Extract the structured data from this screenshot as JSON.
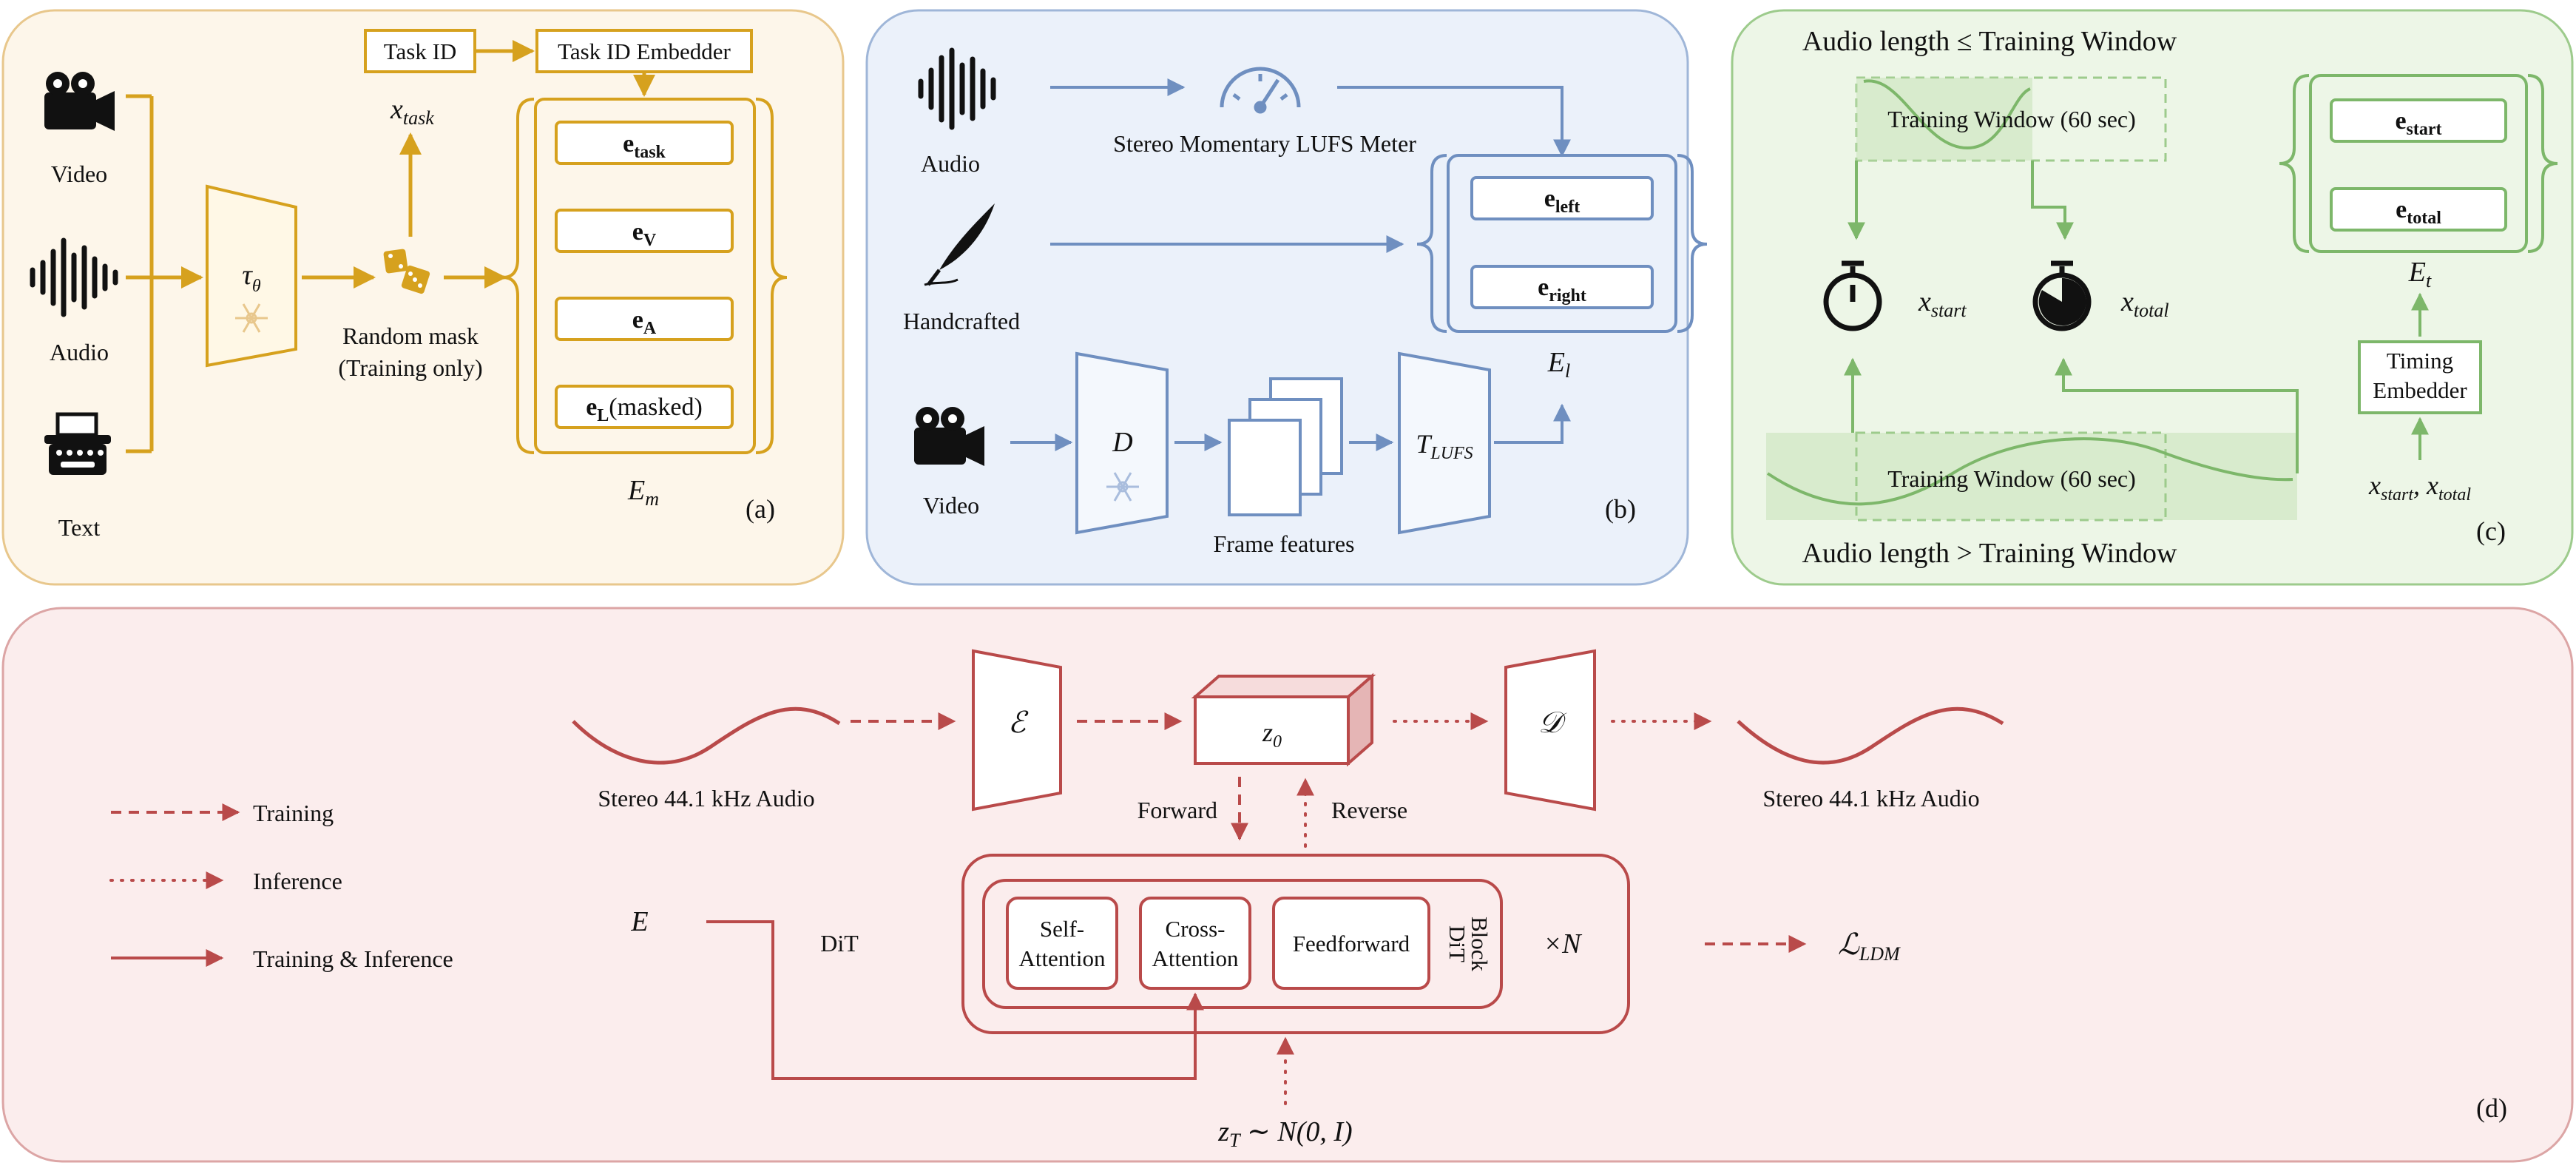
{
  "colors": {
    "gold": "#D6A11E",
    "blue": "#6F8FC0",
    "green": "#7DB76A",
    "red": "#B94A4A",
    "panel_a_fill": "#FDF6EA",
    "panel_b_fill": "#EBF1FA",
    "panel_c_fill": "#EDF6E7",
    "panel_d_fill": "#FBEDED"
  },
  "panel_a": {
    "label": "(a)",
    "video_label": "Video",
    "audio_label": "Audio",
    "text_label": "Text",
    "encoder_symbol": "τ",
    "encoder_sub": "θ",
    "task_id": "Task ID",
    "task_id_embedder": "Task ID Embedder",
    "x_task": "x",
    "x_task_sub": "task",
    "random_mask_line1": "Random mask",
    "random_mask_line2": "(Training only)",
    "e_task": "e",
    "e_task_sub": "task",
    "e_v": "e",
    "e_v_sub": "V",
    "e_a": "e",
    "e_a_sub": "A",
    "e_l": "e",
    "e_l_sub": "L",
    "e_l_suffix": "(masked)",
    "E_m": "E",
    "E_m_sub": "m"
  },
  "panel_b": {
    "label": "(b)",
    "audio_label": "Audio",
    "handcrafted_label": "Handcrafted",
    "video_label": "Video",
    "meter_label": "Stereo Momentary LUFS Meter",
    "e_left": "e",
    "e_left_sub": "left",
    "e_right": "e",
    "e_right_sub": "right",
    "E_l": "E",
    "E_l_sub": "l",
    "D_label": "D",
    "frame_features": "Frame features",
    "T_label": "T",
    "T_sub": "LUFS"
  },
  "panel_c": {
    "label": "(c)",
    "top_title": "Audio length ≤ Training Window",
    "bottom_title": "Audio length > Training Window",
    "window_top": "Training Window (60 sec)",
    "window_bottom": "Training Window (60 sec)",
    "x_start": "x",
    "x_start_sub": "start",
    "x_total": "x",
    "x_total_sub": "total",
    "e_start": "e",
    "e_start_sub": "start",
    "e_total": "e",
    "e_total_sub": "total",
    "E_t": "E",
    "E_t_sub": "t",
    "timing_line1": "Timing",
    "timing_line2": "Embedder",
    "inputs_a": "x",
    "inputs_a_sub": "start",
    "inputs_sep": ", ",
    "inputs_b": "x",
    "inputs_b_sub": "total"
  },
  "panel_d": {
    "label": "(d)",
    "legend_training": "Training",
    "legend_inference": "Inference",
    "legend_both": "Training & Inference",
    "audio_in": "Stereo 44.1 kHz Audio",
    "audio_out": "Stereo 44.1 kHz Audio",
    "encoder_symbol": "ℰ",
    "latent": "z",
    "latent_sub": "0",
    "decoder_symbol": "𝒟",
    "forward": "Forward",
    "reverse": "Reverse",
    "E_label": "E",
    "dit_label": "DiT",
    "self_attention_1": "Self-",
    "self_attention_2": "Attention",
    "cross_attention_1": "Cross-",
    "cross_attention_2": "Attention",
    "feedforward": "Feedforward",
    "dit_block_1": "DiT",
    "dit_block_2": "Block",
    "times_n": "×N",
    "loss": "ℒ",
    "loss_sub": "LDM",
    "noise_z": "z",
    "noise_sub": "T",
    "noise_rest": " ∼ N(0, I)"
  }
}
